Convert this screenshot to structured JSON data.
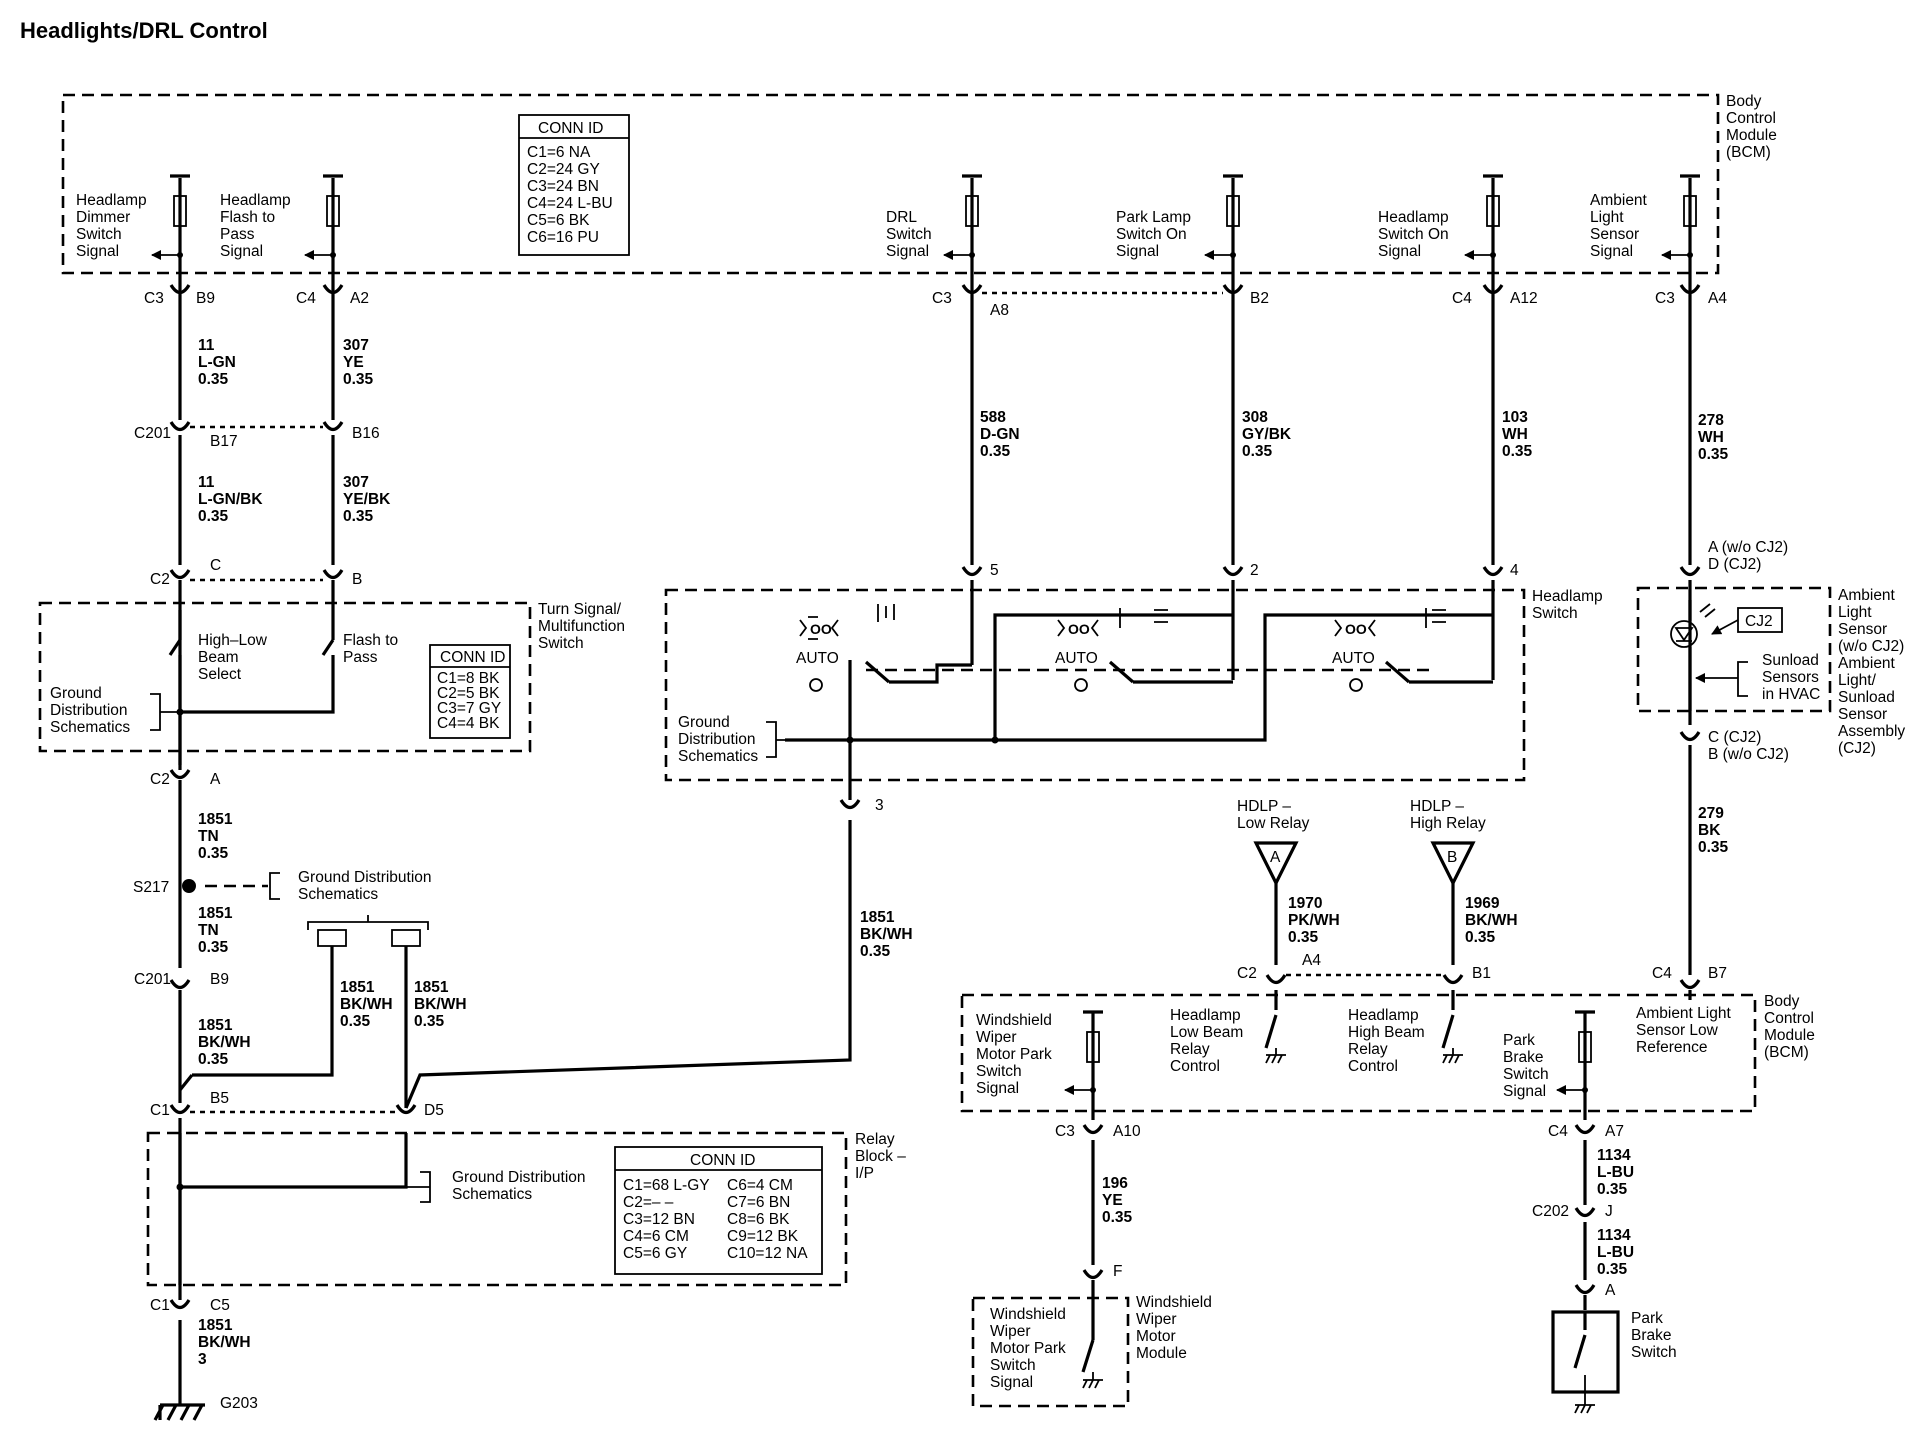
{
  "title": "Headlights/DRL Control",
  "bcm_top": {
    "label": "Body\nControl\nModule\n(BCM)",
    "conn_id_title": "CONN ID",
    "conn_ids": [
      "C1=6 NA",
      "C2=24 GY",
      "C3=24 BN",
      "C4=24 L-BU",
      "C5=6 BK",
      "C6=16 PU"
    ],
    "signals": {
      "dimmer": "Headlamp\nDimmer\nSwitch\nSignal",
      "flash": "Headlamp\nFlash to\nPass\nSignal",
      "drl": "DRL\nSwitch\nSignal",
      "park": "Park Lamp\nSwitch On\nSignal",
      "headlamp_on": "Headlamp\nSwitch On\nSignal",
      "ambient": "Ambient\nLight\nSensor\nSignal"
    }
  },
  "connectors": {
    "c3_b9": [
      "C3",
      "B9"
    ],
    "c4_a2": [
      "C4",
      "A2"
    ],
    "c3_a8": [
      "C3",
      "A8"
    ],
    "b2": "B2",
    "c4_a12": [
      "C4",
      "A12"
    ],
    "c3_a4": [
      "C3",
      "A4"
    ],
    "c201_b17": [
      "C201",
      "B17"
    ],
    "b16": "B16",
    "c2_c": [
      "C2",
      "C"
    ],
    "b": "B",
    "c2_a": [
      "C2",
      "A"
    ],
    "s217": "S217",
    "c201_b9": [
      "C201",
      "B9"
    ],
    "c1_b5": [
      "C1",
      "B5"
    ],
    "d5": "D5",
    "c1_c5": [
      "C1",
      "C5"
    ],
    "g203": "G203",
    "hs5": "5",
    "hs2": "2",
    "hs4": "4",
    "hs3": "3",
    "amb_a": "A (w/o CJ2)",
    "amb_d": "D (CJ2)",
    "amb_c": "C (CJ2)",
    "amb_b": "B (w/o CJ2)",
    "c2_a4": [
      "C2",
      "A4"
    ],
    "b1": "B1",
    "c4_b7": [
      "C4",
      "B7"
    ],
    "c3_a10": [
      "C3",
      "A10"
    ],
    "f": "F",
    "c4_a7": [
      "C4",
      "A7"
    ],
    "c202_j": [
      "C202",
      "J"
    ],
    "pb_a": "A"
  },
  "wires": {
    "w11a": [
      "11",
      "L-GN",
      "0.35"
    ],
    "w307a": [
      "307",
      "YE",
      "0.35"
    ],
    "w11b": [
      "11",
      "L-GN/BK",
      "0.35"
    ],
    "w307b": [
      "307",
      "YE/BK",
      "0.35"
    ],
    "w588": [
      "588",
      "D-GN",
      "0.35"
    ],
    "w308": [
      "308",
      "GY/BK",
      "0.35"
    ],
    "w103": [
      "103",
      "WH",
      "0.35"
    ],
    "w278": [
      "278",
      "WH",
      "0.35"
    ],
    "w1851a": [
      "1851",
      "TN",
      "0.35"
    ],
    "w1851b": [
      "1851",
      "TN",
      "0.35"
    ],
    "w1851c": [
      "1851",
      "BK/WH",
      "0.35"
    ],
    "w1851d": [
      "1851",
      "BK/WH",
      "0.35"
    ],
    "w1851e": [
      "1851",
      "BK/WH",
      "0.35"
    ],
    "w1851f": [
      "1851",
      "BK/WH",
      "0.35"
    ],
    "w1851g": [
      "1851",
      "BK/WH",
      "3"
    ],
    "w279": [
      "279",
      "BK",
      "0.35"
    ],
    "w1970": [
      "1970",
      "PK/WH",
      "0.35"
    ],
    "w1969": [
      "1969",
      "BK/WH",
      "0.35"
    ],
    "w196": [
      "196",
      "YE",
      "0.35"
    ],
    "w1134a": [
      "1134",
      "L-BU",
      "0.35"
    ],
    "w1134b": [
      "1134",
      "L-BU",
      "0.35"
    ]
  },
  "turn_signal_switch": {
    "label": "Turn Signal/\nMultifunction\nSwitch",
    "high_low": "High–Low\nBeam\nSelect",
    "flash": "Flash to\nPass",
    "ground": "Ground\nDistribution\nSchematics",
    "conn_id_title": "CONN ID",
    "conn_ids": [
      "C1=8 BK",
      "C2=5 BK",
      "C3=7 GY",
      "C4=4 BK"
    ]
  },
  "headlamp_switch": {
    "label": "Headlamp\nSwitch",
    "ground": "Ground\nDistribution\nSchematics",
    "auto": "AUTO"
  },
  "ground_dist": "Ground Distribution\nSchematics",
  "relay_block": {
    "label": "Relay\nBlock –\nI/P",
    "ground": "Ground Distribution\nSchematics",
    "conn_id_title": "CONN ID",
    "conn_ids_left": [
      "C1=68 L-GY",
      "C2=– –",
      "C3=12 BN",
      "C4=6 CM",
      "C5=6 GY"
    ],
    "conn_ids_right": [
      "C6=4 CM",
      "C7=6 BN",
      "C8=6 BK",
      "C9=12 BK",
      "C10=12 NA"
    ]
  },
  "ambient_sensor": {
    "label": "Ambient\nLight\nSensor\n(w/o CJ2)\nAmbient\nLight/\nSunload\nSensor\nAssembly\n(CJ2)",
    "cj2": "CJ2",
    "sunload": "Sunload\nSensors\nin HVAC"
  },
  "relays": {
    "low": "HDLP –\nLow Relay",
    "high": "HDLP –\nHigh Relay",
    "low_letter": "A",
    "high_letter": "B"
  },
  "bcm_bottom": {
    "label": "Body\nControl\nModule\n(BCM)",
    "wiper_signal": "Windshield\nWiper\nMotor Park\nSwitch\nSignal",
    "low_beam": "Headlamp\nLow Beam\nRelay\nControl",
    "high_beam": "Headlamp\nHigh Beam\nRelay\nControl",
    "park_brake": "Park\nBrake\nSwitch\nSignal",
    "ambient_ref": "Ambient Light\nSensor Low\nReference"
  },
  "wiper_module": {
    "label": "Windshield\nWiper\nMotor\nModule",
    "inner": "Windshield\nWiper\nMotor Park\nSwitch\nSignal"
  },
  "park_brake_switch": "Park\nBrake\nSwitch"
}
